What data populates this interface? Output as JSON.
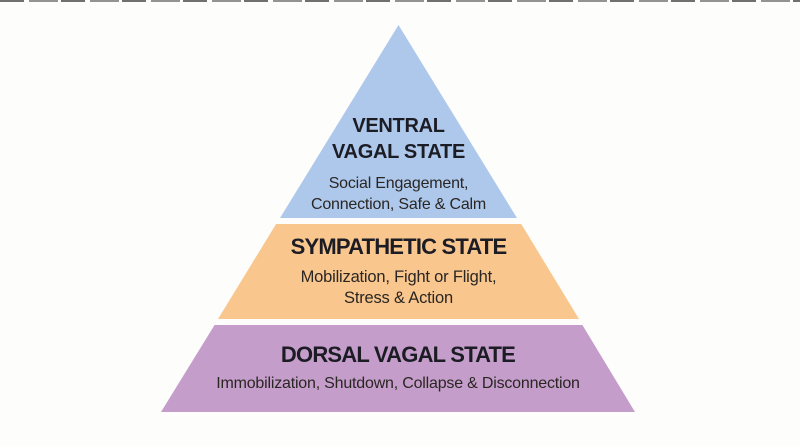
{
  "page": {
    "background_color": "#fdfdfc",
    "description": "Polyvagal theory pyramid diagram with three autonomic nervous system states"
  },
  "pyramid": {
    "title_text_color": "#1c1c24",
    "subtitle_text_color": "#2a2623",
    "tiers": [
      {
        "id": "ventral-vagal",
        "title": "VENTRAL\nVAGAL STATE",
        "subtitle": "Social Engagement,\nConnection, Safe & Calm",
        "color": "#aec8ec",
        "position": "top"
      },
      {
        "id": "sympathetic",
        "title": "SYMPATHETIC STATE",
        "subtitle": "Mobilization, Fight or Flight,\nStress & Action",
        "color": "#f9c68e",
        "position": "middle"
      },
      {
        "id": "dorsal-vagal",
        "title": "DORSAL VAGAL STATE",
        "subtitle": "Immobilization, Shutdown, Collapse & Disconnection",
        "color": "#c59dca",
        "position": "bottom"
      }
    ]
  }
}
